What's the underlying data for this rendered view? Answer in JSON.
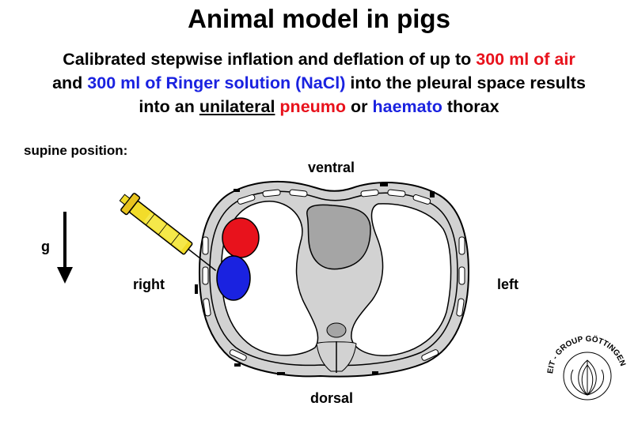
{
  "slide": {
    "title": "Animal model in pigs",
    "subtitle": {
      "line1_a": "Calibrated stepwise inflation and deflation of up to ",
      "line1_b": "300 ml of air",
      "line2_a": "and ",
      "line2_b": "300 ml of Ringer solution (NaCl)",
      "line2_c": " into the pleural space results",
      "line3_a": "into an ",
      "line3_b": "unilateral",
      "line3_c": " ",
      "line3_d": "pneumo",
      "line3_e": " or ",
      "line3_f": "haemato",
      "line3_g": " thorax"
    }
  },
  "diagram": {
    "position_label": "supine position:",
    "gravity_label": "g",
    "ventral": "ventral",
    "dorsal": "dorsal",
    "right": "right",
    "left": "left"
  },
  "logo": {
    "text": "EIT - GROUP GÖTTINGEN"
  },
  "colors": {
    "air": "#e8121c",
    "fluid": "#1a22e0",
    "tissue": "#d2d2d2",
    "heart": "#a5a5a5",
    "syringe": "#f2dc2a"
  }
}
